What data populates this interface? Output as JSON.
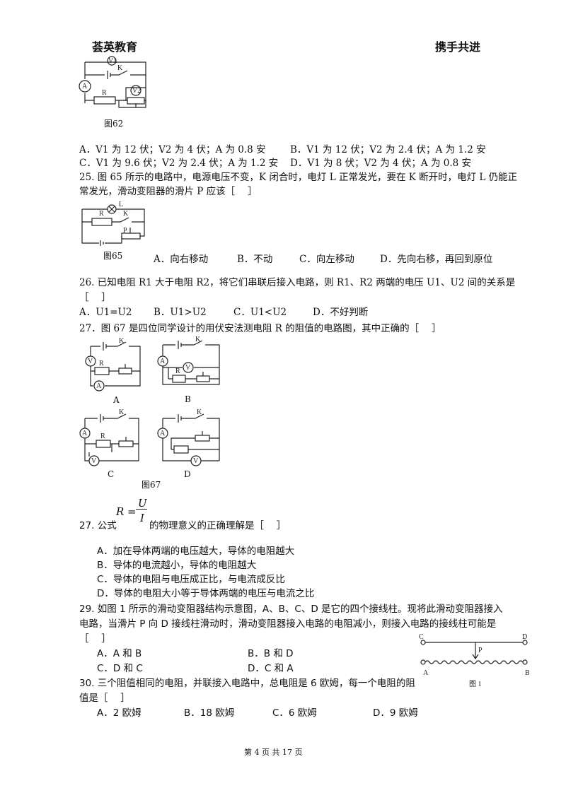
{
  "header": {
    "left": "荟英教育",
    "right": "携手共进"
  },
  "fig62": {
    "caption": "图62",
    "labels": {
      "v1": "V1",
      "v2": "V2",
      "a": "A",
      "k": "K",
      "r": "R"
    }
  },
  "q24_options": {
    "a": "A．V1 为 12 伏；V2 为 4 伏；A 为 0.8 安",
    "b": "B．V1 为 12 伏；V2 为 2.4 伏；A 为 1.2 安",
    "c": "C．V1 为 9.6 伏；V2 为 2.4 伏；A 为 1.2 安",
    "d": "D．V1 为 8 伏；V2 为 4 伏；A 为 0.8 安"
  },
  "q25": {
    "line1": "25. 图 65 所示的电路中，电源电压不变，K 闭合时，电灯 L 正常发光，要在 K 断开时，电灯 L 仍能正",
    "line2": "常发光，滑动变阻器的滑片 P 应该［　 ］",
    "caption": "图65",
    "labels": {
      "l": "L",
      "r": "R",
      "k": "K",
      "p": "P"
    },
    "options": {
      "a": "A．向右移动",
      "b": "B．不动",
      "c": "C．向左移动",
      "d": "D．先向右移，再回到原位"
    }
  },
  "q26": {
    "line1": "26. 已知电阻 R1 大于电阻 R2，将它们串联后接入电路，则 R1、R2 两端的电压 U1、U2 间的关系是",
    "line2": "［　 ］",
    "options": {
      "a": "A．U1=U2",
      "b": "B．U1>U2",
      "c": "C．U1<U2",
      "d": "D．不好判断"
    }
  },
  "q27": {
    "line1": "27．图 67 是四位同学设计的用伏安法测电阻 R 的阻值的电路图，其中正确的［　 ］",
    "caption": "图67",
    "sub_labels": {
      "a": "A",
      "b": "B",
      "c": "C",
      "d": "D"
    },
    "meter_labels": {
      "v": "V",
      "a": "A",
      "k": "K",
      "r": "R"
    }
  },
  "q28": {
    "formula": {
      "lhs": "R =",
      "num": "U",
      "den": "I"
    },
    "prefix": "27. 公式",
    "suffix": "的物理意义的正确理解是［　 ］",
    "options": {
      "a": "A．加在导体两端的电压越大，导体的电阻越大",
      "b": "B．导体的电流越小，导体的电阻越大",
      "c": "C．导体的电阻与电压成正比，与电流成反比",
      "d": "D．导体的电阻大小等于导体两端的电压与电流之比"
    }
  },
  "q29": {
    "line1": "29. 如图 1 所示的滑动变阻器结构示意图，A、B、C、D 是它的四个接线柱。现将此滑动变阻器接入",
    "line2": "电路，当滑片 P 向 D 接线柱滑动时，滑动变阻器接入电路的电阻减小，则接入电路的接线柱可能是",
    "line3": "［　 ］",
    "options": {
      "a": "A．A 和 B",
      "b": "B．B 和 D",
      "c": "C．D 和 C",
      "d": "D．C 和 A"
    },
    "figure": {
      "caption": "图 1",
      "c": "C",
      "d": "D",
      "a": "A",
      "b": "B",
      "p": "P"
    }
  },
  "q30": {
    "line1": "30. 三个阻值相同的电阻，并联接入电路中，总电阻是 6 欧姆，每一个电阻的阻",
    "line2": "值是［　 ］",
    "options": {
      "a": "A．2 欧姆",
      "b": "B．18 欧姆",
      "c": "C．6 欧姆",
      "d": "D．9 欧姆"
    }
  },
  "footer": {
    "page": "第 4 页 共 17 页"
  }
}
